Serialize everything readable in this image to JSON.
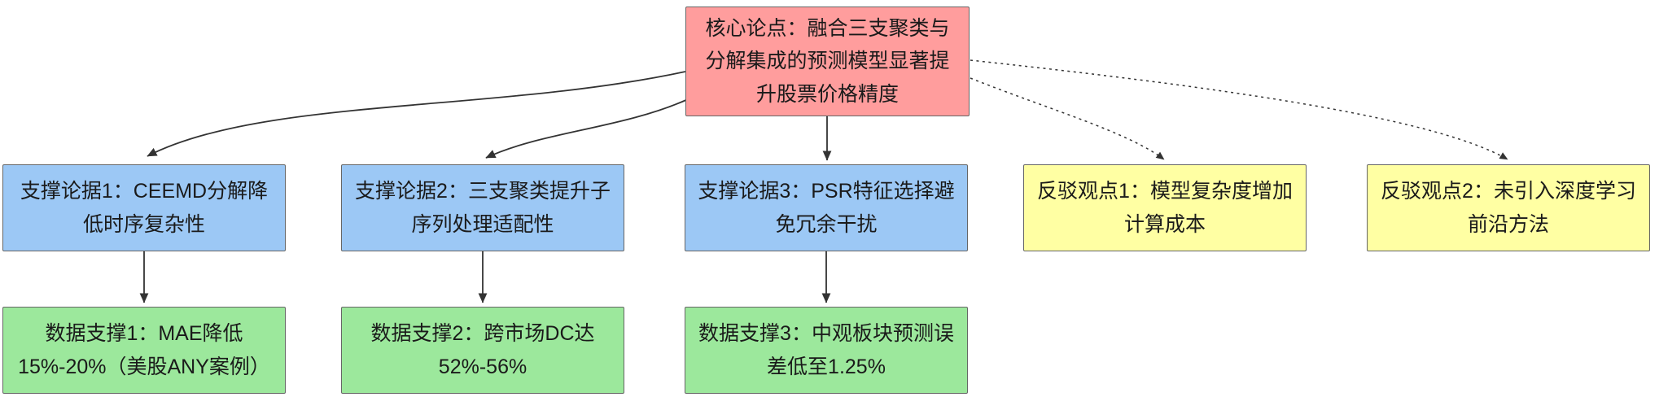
{
  "diagram_type": "argument-flowchart",
  "nodes": {
    "core": {
      "label": "核心论点：融合三支聚类与分解集成的预测模型显著提升股票价格精度",
      "role": "thesis"
    },
    "support1": {
      "label": "支撑论据1：CEEMD分解降低时序复杂性",
      "role": "support"
    },
    "support2": {
      "label": "支撑论据2：三支聚类提升子序列处理适配性",
      "role": "support"
    },
    "support3": {
      "label": "支撑论据3：PSR特征选择避免冗余干扰",
      "role": "support"
    },
    "rebuttal1": {
      "label": "反驳观点1：模型复杂度增加计算成本",
      "role": "rebuttal"
    },
    "rebuttal2": {
      "label": "反驳观点2：未引入深度学习前沿方法",
      "role": "rebuttal"
    },
    "evidence1": {
      "label": "数据支撑1：MAE降低15%-20%（美股ANY案例）",
      "role": "evidence"
    },
    "evidence2": {
      "label": "数据支撑2：跨市场DC达52%-56%",
      "role": "evidence"
    },
    "evidence3": {
      "label": "数据支撑3：中观板块预测误差低至1.25%",
      "role": "evidence"
    }
  },
  "edges": [
    {
      "from": "core",
      "to": "support1",
      "style": "solid"
    },
    {
      "from": "core",
      "to": "support2",
      "style": "solid"
    },
    {
      "from": "core",
      "to": "support3",
      "style": "solid"
    },
    {
      "from": "core",
      "to": "rebuttal1",
      "style": "dotted"
    },
    {
      "from": "core",
      "to": "rebuttal2",
      "style": "dotted"
    },
    {
      "from": "support1",
      "to": "evidence1",
      "style": "solid"
    },
    {
      "from": "support2",
      "to": "evidence2",
      "style": "solid"
    },
    {
      "from": "support3",
      "to": "evidence3",
      "style": "solid"
    }
  ],
  "colors": {
    "core_fill": "#ff9d9d",
    "support_fill": "#9cc8f5",
    "rebuttal_fill": "#ffffa3",
    "evidence_fill": "#9ce89c",
    "edge": "#333333"
  }
}
